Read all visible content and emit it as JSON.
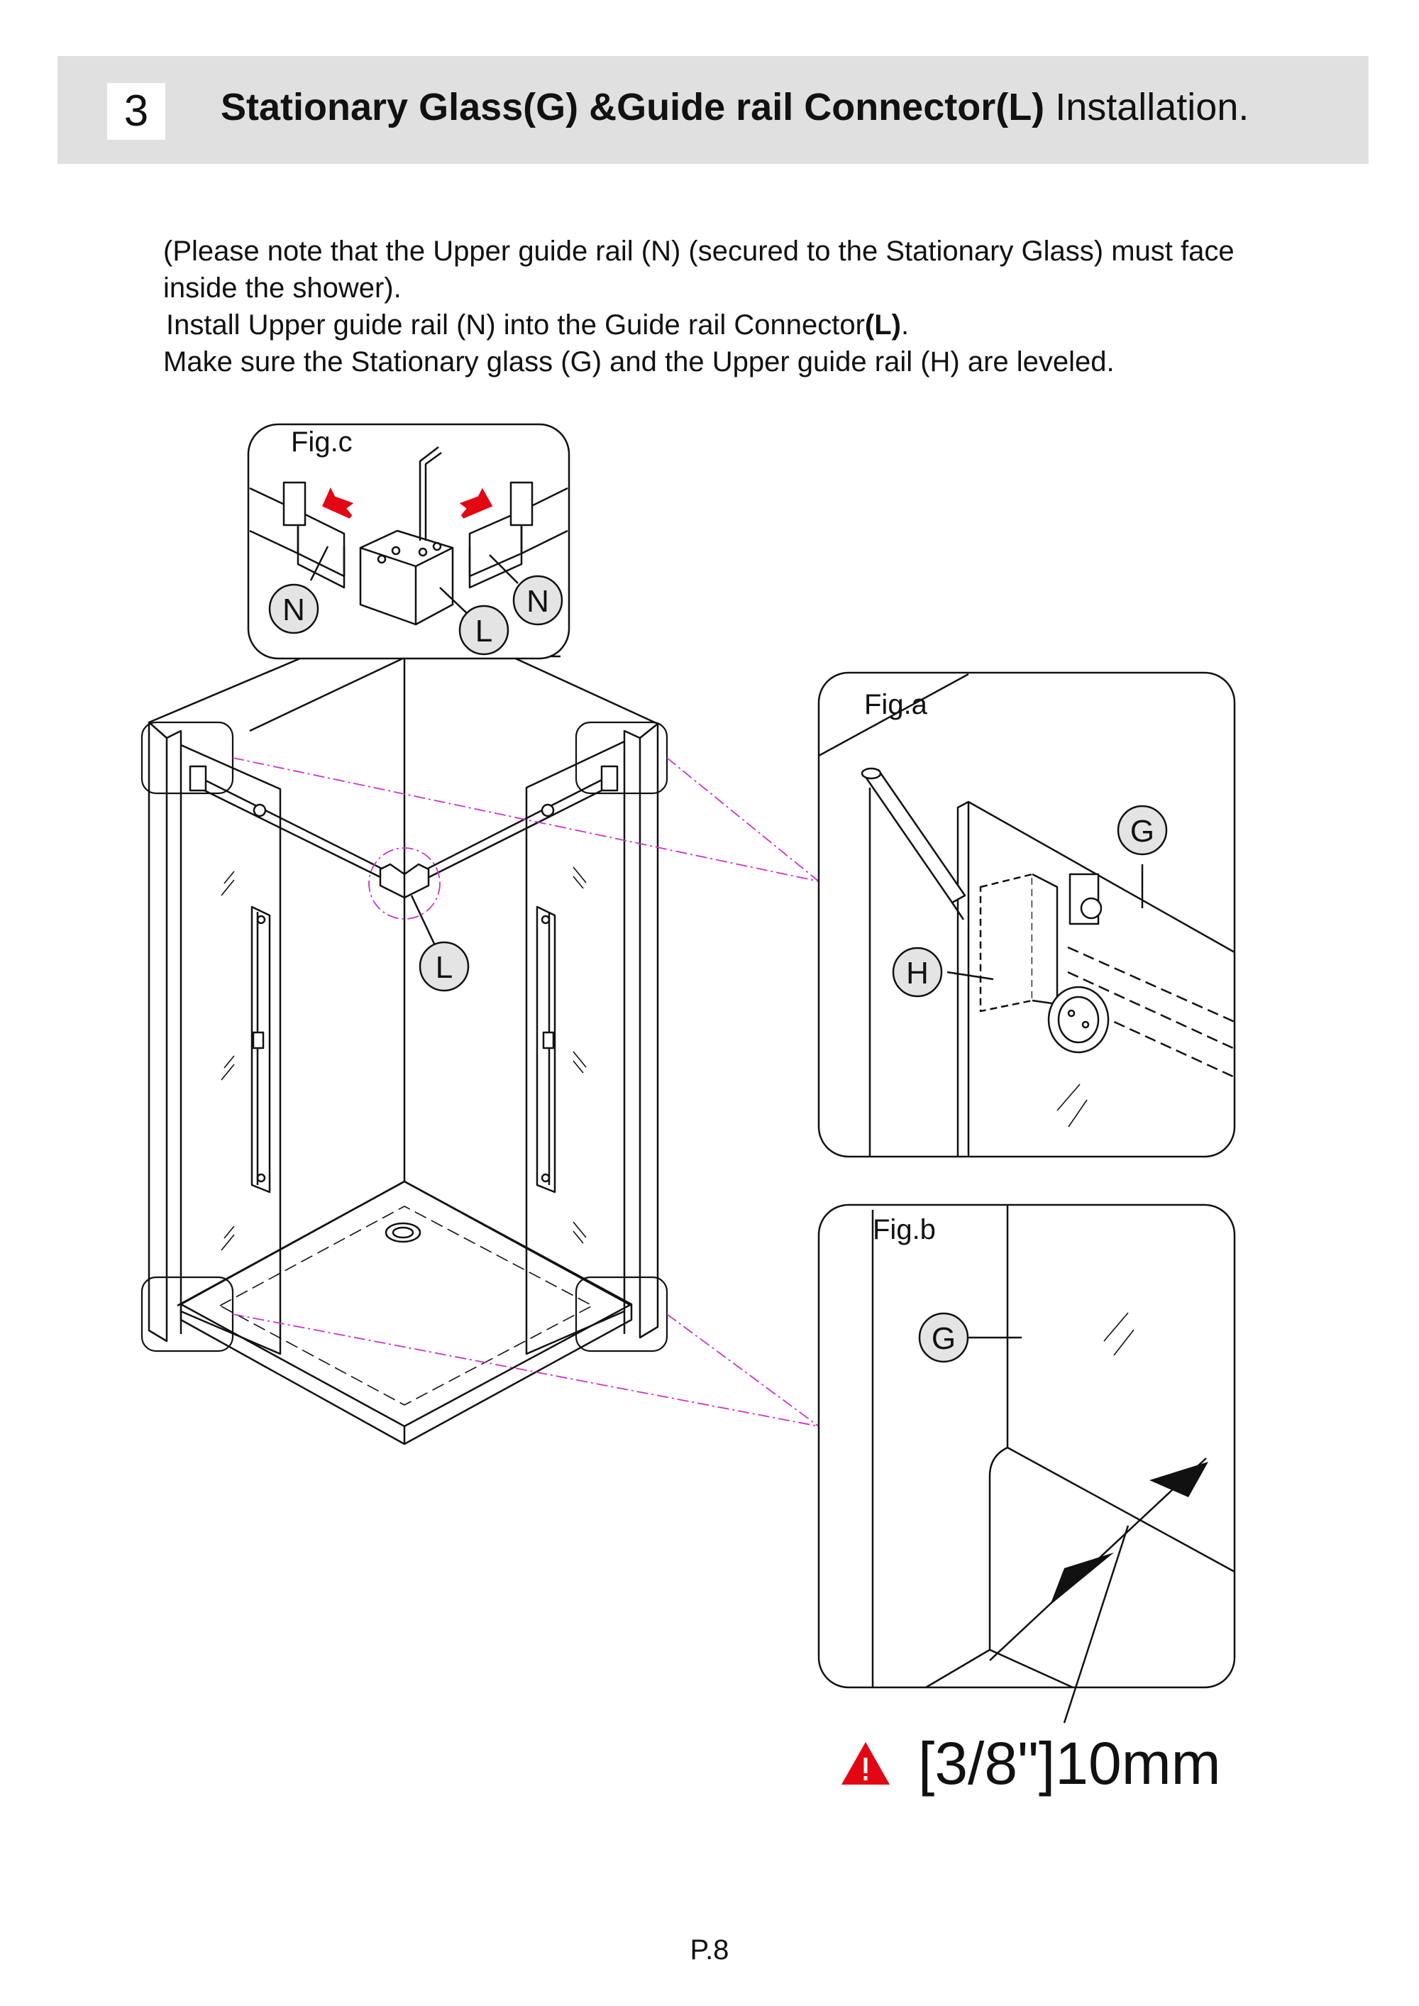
{
  "header": {
    "step_number": "3",
    "title_bold": "Stationary Glass(G) &Guide rail Connector(L)",
    "title_regular": "Installation."
  },
  "instructions": {
    "line1": "(Please note that the Upper guide rail (N) (secured to the Stationary Glass) must face",
    "line2": "inside the shower).",
    "line3_pre": "Install Upper guide rail (N)  into the Guide rail Connector",
    "line3_bold": "(L)",
    "line3_post": ".",
    "line4": "Make sure the Stationary glass (G) and the Upper guide rail (H) are leveled."
  },
  "figures": {
    "fig_c": {
      "label": "Fig.c",
      "callouts": [
        "N",
        "L",
        "N"
      ]
    },
    "fig_a": {
      "label": "Fig.a",
      "callouts": [
        "G",
        "H"
      ]
    },
    "fig_b": {
      "label": "Fig.b",
      "callouts": [
        "G"
      ]
    },
    "main": {
      "callouts": [
        "L"
      ]
    }
  },
  "warning": {
    "icon": "warning-triangle-icon",
    "color": "#e30613",
    "spec": "[3/8\"]10mm"
  },
  "page_number": "P.8",
  "colors": {
    "header_bg": "#e0e0e0",
    "leader": "#cc33cc"
  }
}
